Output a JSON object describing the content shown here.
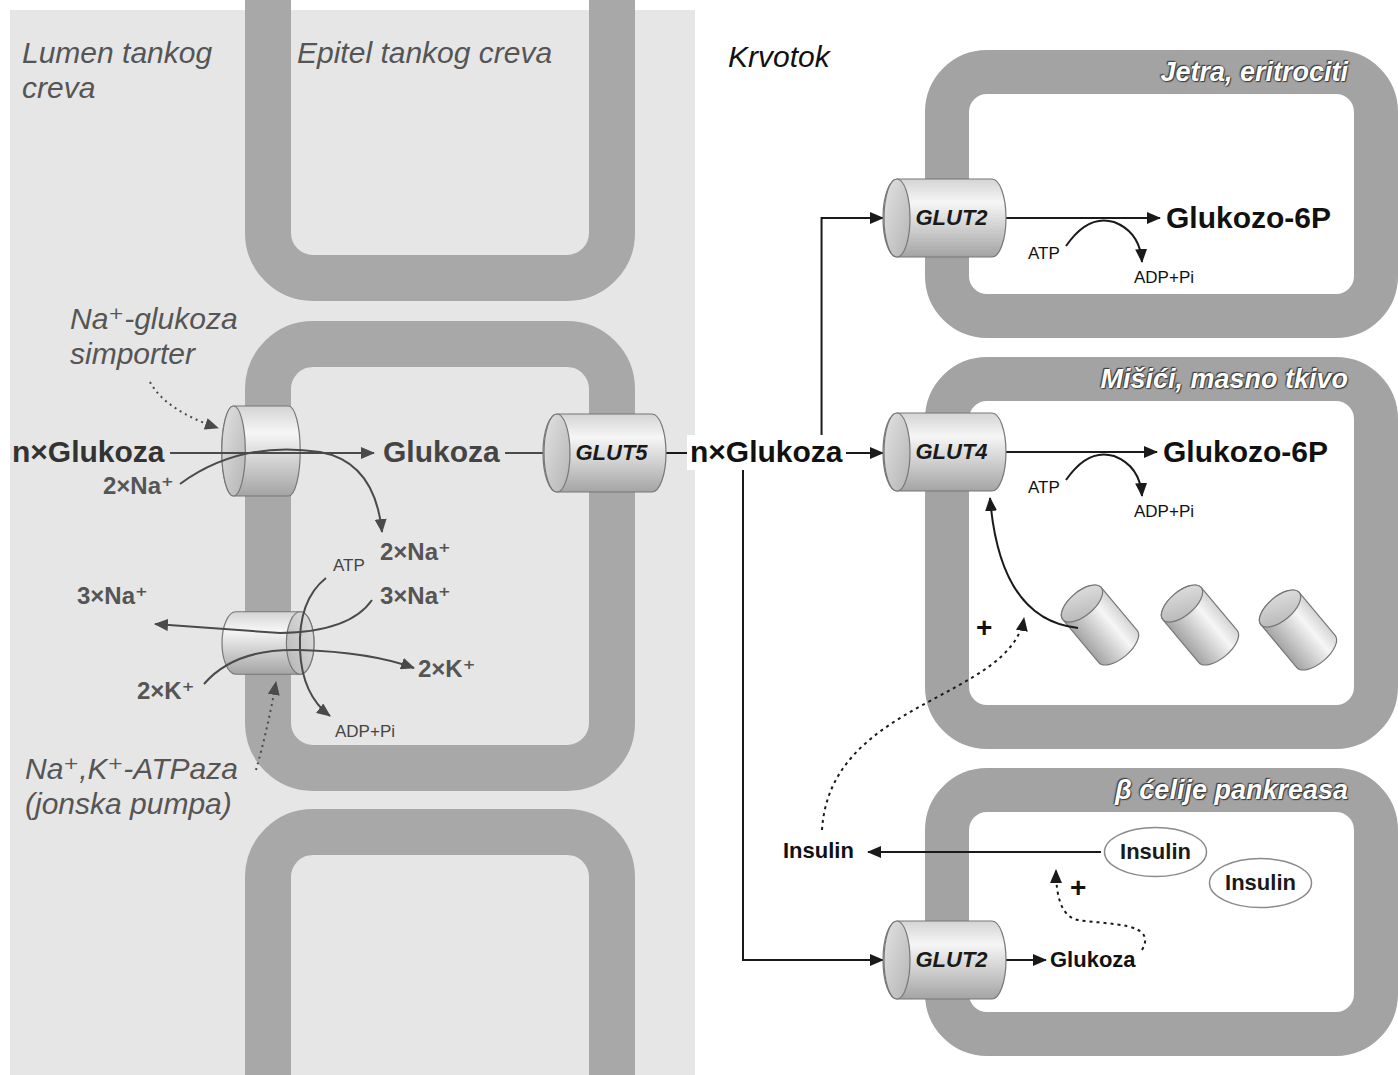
{
  "diagram": {
    "nodes": [
      {
        "text": [
          "GLUT5"
        ]
      },
      {
        "text": [
          "Jetra, eritrociti"
        ]
      },
      {
        "text": [
          "GLUT2"
        ],
        "in": 1
      },
      {
        "text": [
          "Mišići, masno tkivo"
        ]
      },
      {
        "text": [
          "GLUT4"
        ],
        "in": 3
      },
      {
        "text": [
          "β ćelije pankreasa"
        ]
      },
      {
        "text": [
          "Insulin"
        ],
        "in": 5
      },
      {
        "text": [
          "Insulin"
        ],
        "in": 5
      },
      {
        "text": [
          "GLUT2"
        ],
        "in": 5
      }
    ],
    "edges": [
      {
        "from": 0,
        "to": 2,
        "arrow": "to"
      },
      {
        "from": 0,
        "to": 4,
        "arrow": "to"
      },
      {
        "from": 0,
        "to": 8,
        "arrow": "to"
      }
    ],
    "labels": [
      "Lumen tankog creva",
      "Epitel tankog creva",
      "Krvotok",
      "Na⁺-glukoza simporter",
      "n×Glukoza",
      "Glukoza",
      "2×Na⁺",
      "2×Na⁺",
      "ATP",
      "3×Na⁺",
      "3×Na⁺",
      "2×K⁺",
      "2×K⁺",
      "ADP+Pi",
      "Na⁺,K⁺-ATPaza (jonska pumpa)",
      "n×Glukoza",
      "Glukozo-6P",
      "ATP",
      "ADP+Pi",
      "Glukozo-6P",
      "ATP",
      "ADP+Pi",
      "+",
      "Insulin",
      "Glukoza",
      "+"
    ]
  }
}
